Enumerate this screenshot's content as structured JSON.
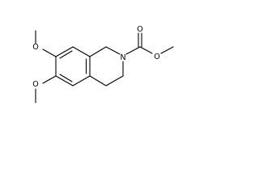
{
  "molecule": {
    "atoms": {
      "ether_oxygen_top": "O",
      "ether_oxygen_bottom": "O",
      "ring_nitrogen": "N",
      "carbonyl_oxygen": "O",
      "ester_oxygen": "O"
    },
    "colors": {
      "bond": "#000000",
      "label": "#000000",
      "background": "#ffffff"
    }
  }
}
